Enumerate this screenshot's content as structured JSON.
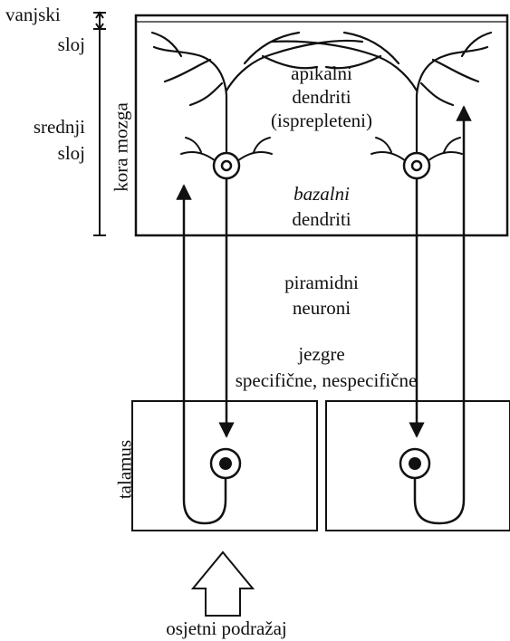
{
  "labels": {
    "vanjski": "vanjski",
    "sloj_outer": "sloj",
    "srednji": "srednji",
    "sloj_middle": "sloj",
    "kora_mozga": "kora mozga",
    "apikalni": "apikalni",
    "dendriti_apical": "dendriti",
    "isprepleteni": "(isprepleteni)",
    "bazalni": "bazalni",
    "dendriti_basal": "dendriti",
    "piramidni": "piramidni",
    "neuroni": "neuroni",
    "jezgre": "jezgre",
    "specificne": "specifične, nespecifične",
    "talamus": "talamus",
    "podrazaj": "osjetni podražaj"
  }
}
